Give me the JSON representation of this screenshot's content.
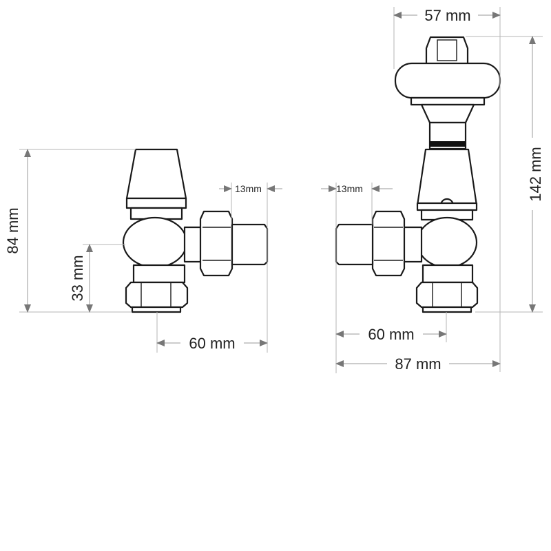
{
  "dimensions": {
    "left_height": "84 mm",
    "left_inlet_height": "33 mm",
    "left_thread": "13mm",
    "left_width": "60 mm",
    "right_head_width": "57 mm",
    "right_height": "142 mm",
    "right_thread": "13mm",
    "right_width": "60 mm",
    "right_total_width": "87 mm"
  },
  "colors": {
    "outline": "#1a1a1a",
    "dimension": "#9a9a9a",
    "arrow": "#777777"
  }
}
